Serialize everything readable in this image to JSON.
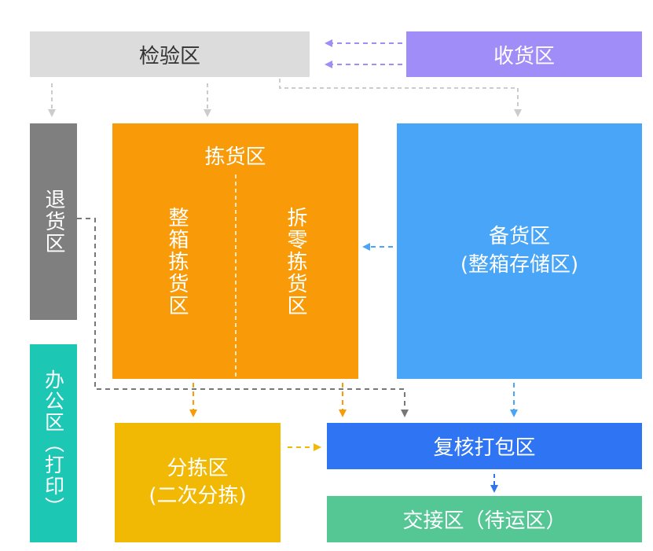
{
  "zones": {
    "inspection": {
      "label": "检验区",
      "color": "#dcdcdc",
      "text_color": "#333333"
    },
    "receiving": {
      "label": "收货区",
      "color": "#a08df7"
    },
    "returns": {
      "label": "退货区",
      "color": "#7f7f7f"
    },
    "office": {
      "label": "办公区（打印）",
      "color": "#1cc7b3"
    },
    "picking": {
      "label": "拣货区",
      "color": "#f99a09",
      "sub_full": "整箱拣货区",
      "sub_split": "拆零拣货区"
    },
    "reserve": {
      "label_line1": "备货区",
      "label_line2": "(整箱存储区)",
      "color": "#48a5f7"
    },
    "sorting": {
      "label_line1": "分拣区",
      "label_line2": "(二次分拣)",
      "color": "#f1b804"
    },
    "review_pack": {
      "label": "复核打包区",
      "color": "#2f74f3"
    },
    "handover": {
      "label": "交接区（待运区）",
      "color": "#55c794"
    }
  },
  "arrow_colors": {
    "gray_light": "#cccccc",
    "gray_dark": "#777777",
    "orange": "#f99a09",
    "blue": "#48a5f7",
    "yellow": "#f1b804",
    "purple": "#a08df7",
    "deep_blue": "#2f74f3"
  }
}
